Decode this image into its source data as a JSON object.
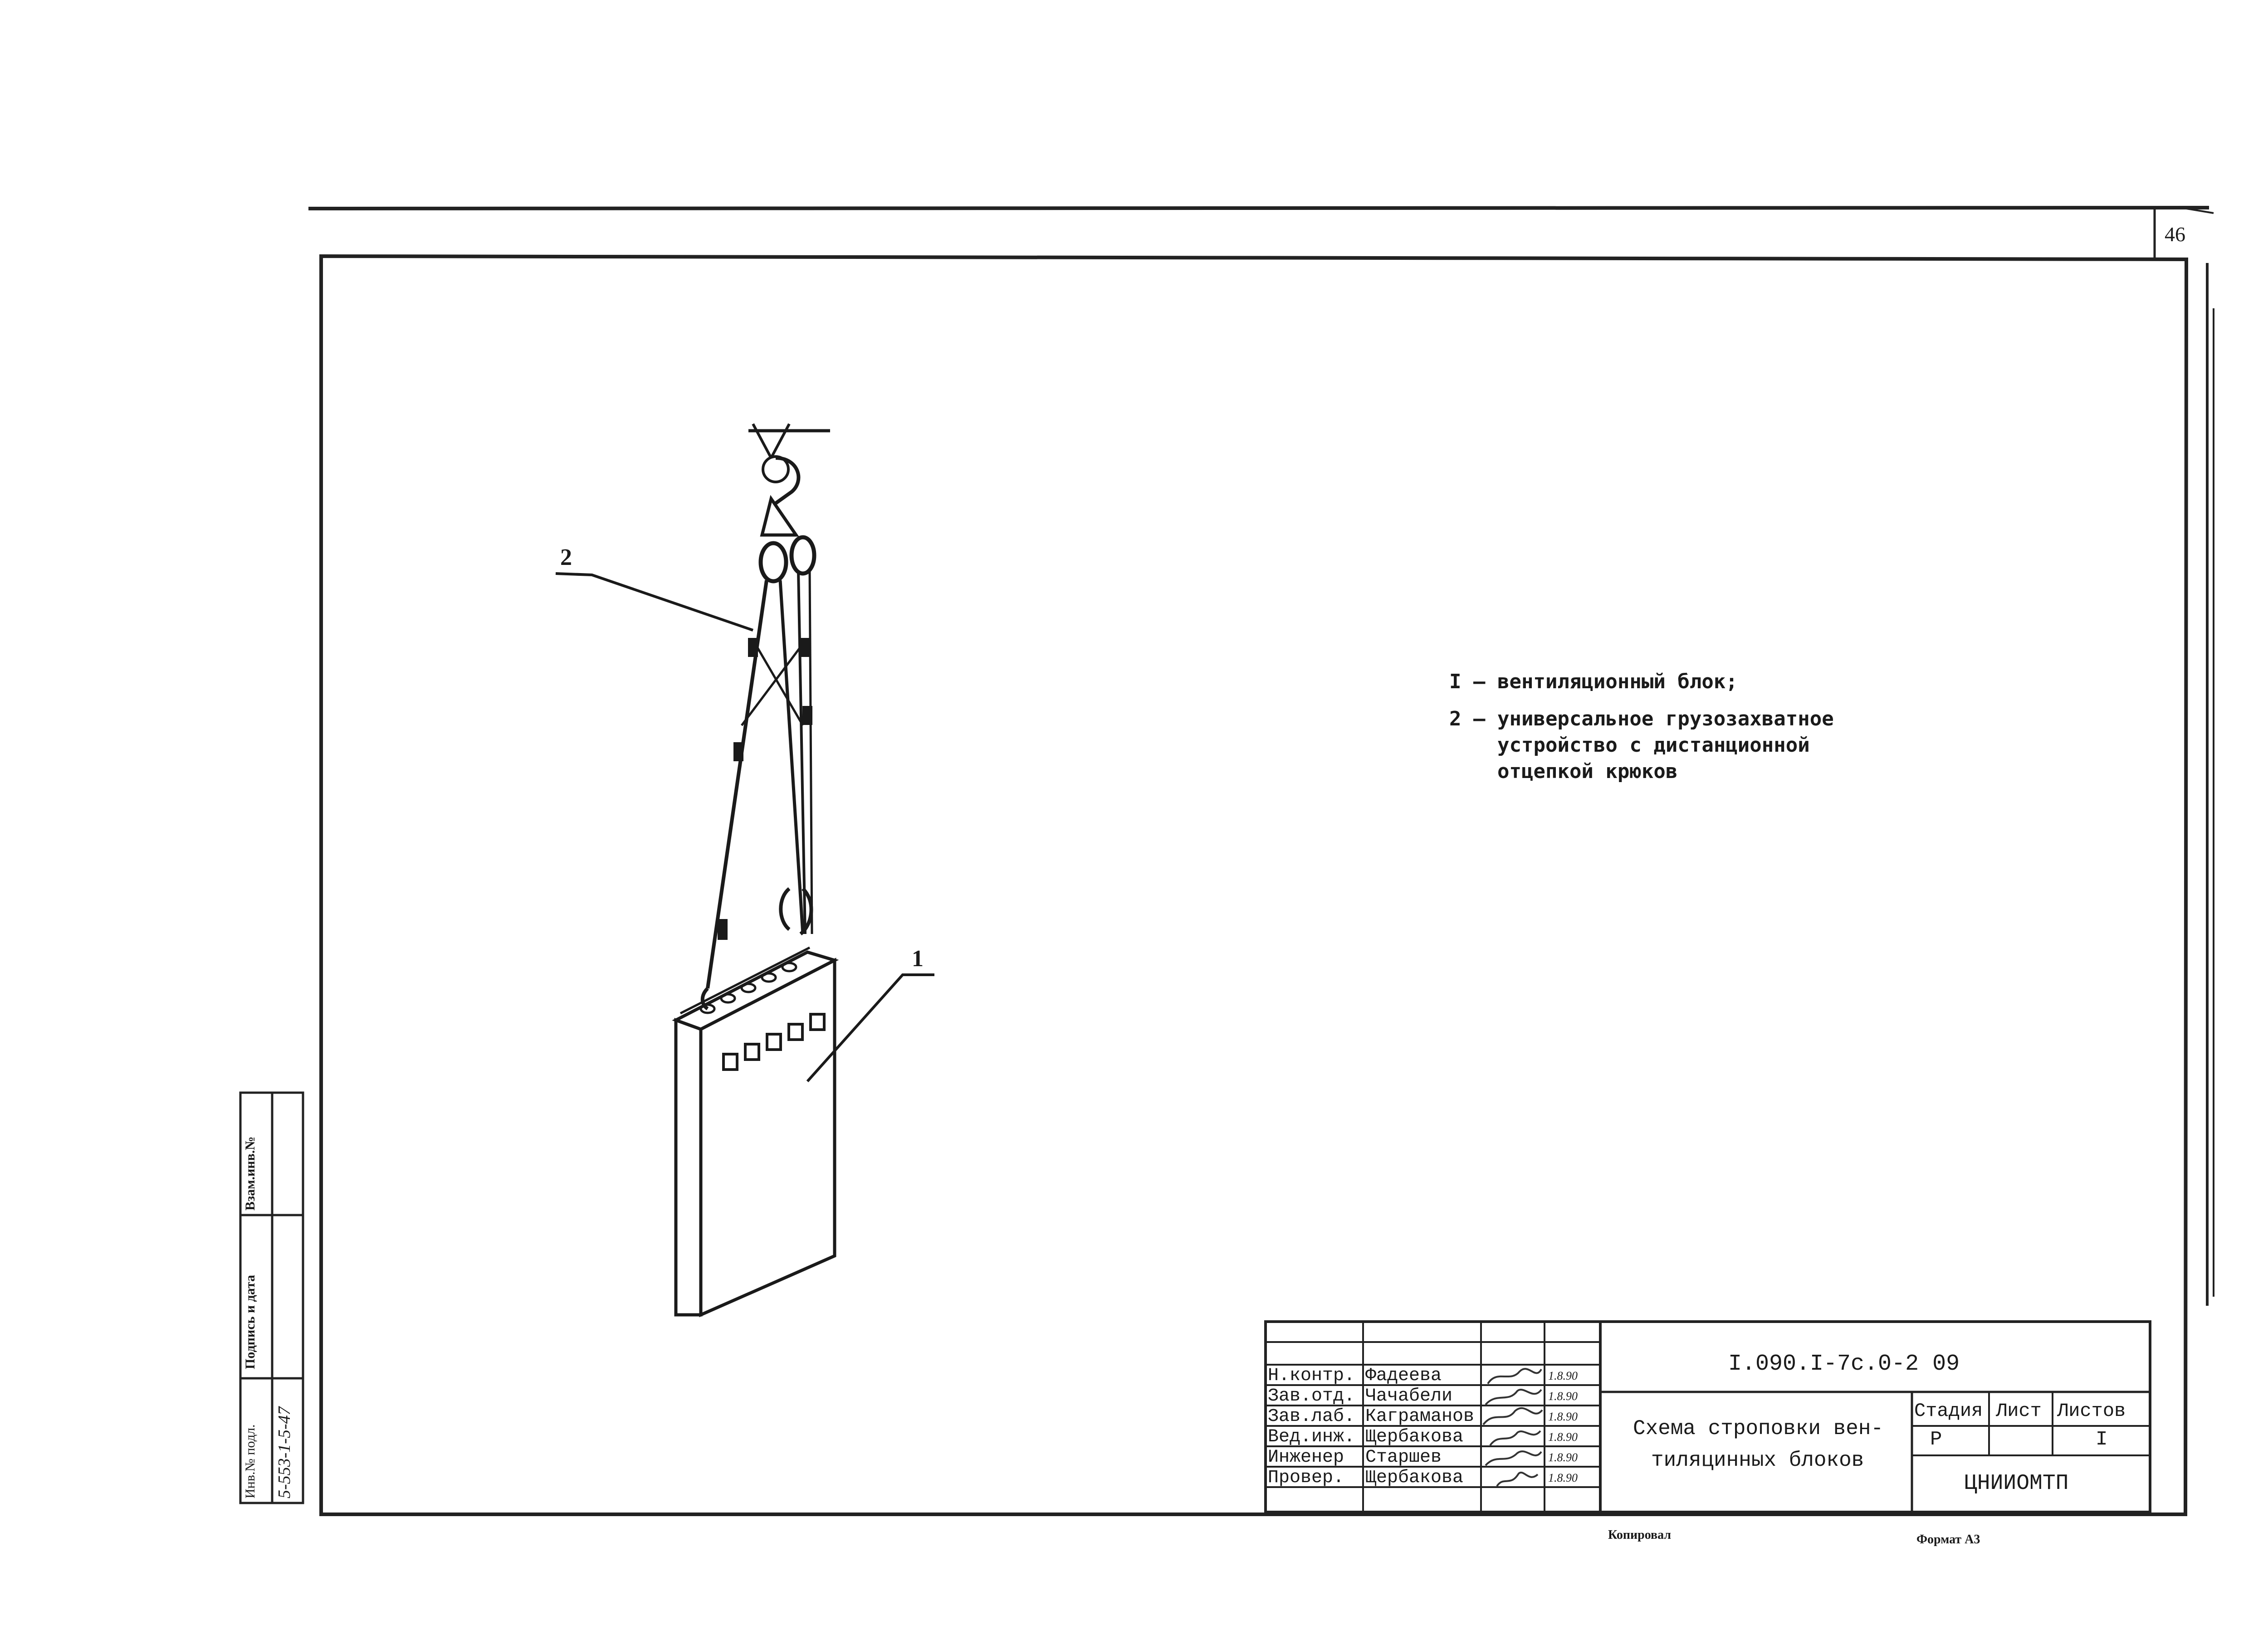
{
  "page_number": "46",
  "legend": {
    "item1_number": "I",
    "item1_text": "вентиляционный блок;",
    "item2_number": "2",
    "item2_line1": "универсальное грузозахватное",
    "item2_line2": "устройство с дистанционной",
    "item2_line3": "отцепкой крюков"
  },
  "callouts": {
    "label1": "1",
    "label2": "2"
  },
  "title_block": {
    "designation": "I.090.I-7c.0-2 09",
    "title_line1": "Схема строповки вен-",
    "title_line2": "тиляцинных блоков",
    "stage_header": "Стадия",
    "sheet_header": "Лист",
    "sheets_header": "Листов",
    "stage_value": "Р",
    "sheets_value": "I",
    "organization": "ЦНИИОМТП",
    "signatures": [
      {
        "role": "Н.контр.",
        "name": "Фадеева",
        "date": "1.8.90"
      },
      {
        "role": "Зав.отд.",
        "name": "Чачабели",
        "date": "1.8.90"
      },
      {
        "role": "Зав.лаб.",
        "name": "Каграманов",
        "date": "1.8.90"
      },
      {
        "role": "Вед.инж.",
        "name": "Щербакова",
        "date": "1.8.90"
      },
      {
        "role": "Инженер",
        "name": "Старшев",
        "date": "1.8.90"
      },
      {
        "role": "Провер.",
        "name": "Щербакова",
        "date": "1.8.90"
      }
    ]
  },
  "side_stamp": {
    "inv_label": "Инв.№ подл.",
    "inv_value": "5-553-1-5-47",
    "sign_label": "Подпись и дата",
    "replace_label": "Взам.инв.№"
  },
  "footer": {
    "copied": "Копировал",
    "format": "Формат А3"
  }
}
